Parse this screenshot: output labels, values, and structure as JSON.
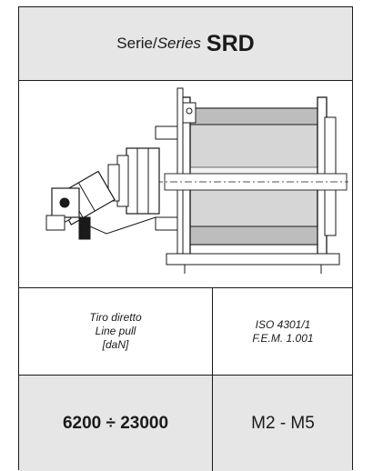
{
  "header": {
    "prefix": "Serie/",
    "series_word": "Series",
    "model": "SRD"
  },
  "table": {
    "col1_header": [
      "Tiro diretto",
      "Line pull",
      "[daN]"
    ],
    "col2_header": [
      "ISO 4301/1",
      "F.E.M. 1.001"
    ],
    "col1_value": "6200 ÷ 23000",
    "col2_value": "M2 - M5"
  },
  "colors": {
    "border": "#1a1a1a",
    "header_bg": "#e6e6e6"
  },
  "icons": [
    "winch-drawing"
  ]
}
